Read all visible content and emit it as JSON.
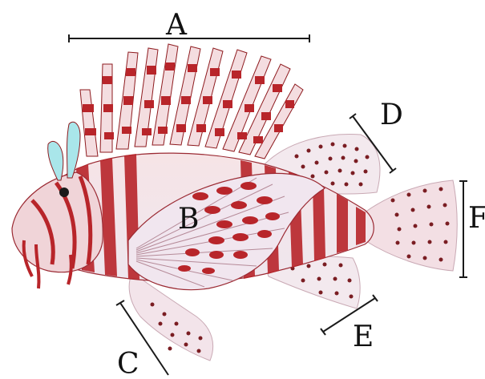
{
  "labels": {
    "a": "A",
    "b": "B",
    "c": "C",
    "d": "D",
    "e": "E",
    "f": "F"
  },
  "colors": {
    "stripe_red": "#b8252a",
    "dark_red": "#8e1b1f",
    "pale_pink": "#f4dde0",
    "fin_membrane": "#f3e9ee",
    "spot": "#7a1d22",
    "tentacle_blue": "#a9e6ea",
    "line": "#1a1a1a"
  },
  "icons": [
    "lionfish-illustration"
  ]
}
